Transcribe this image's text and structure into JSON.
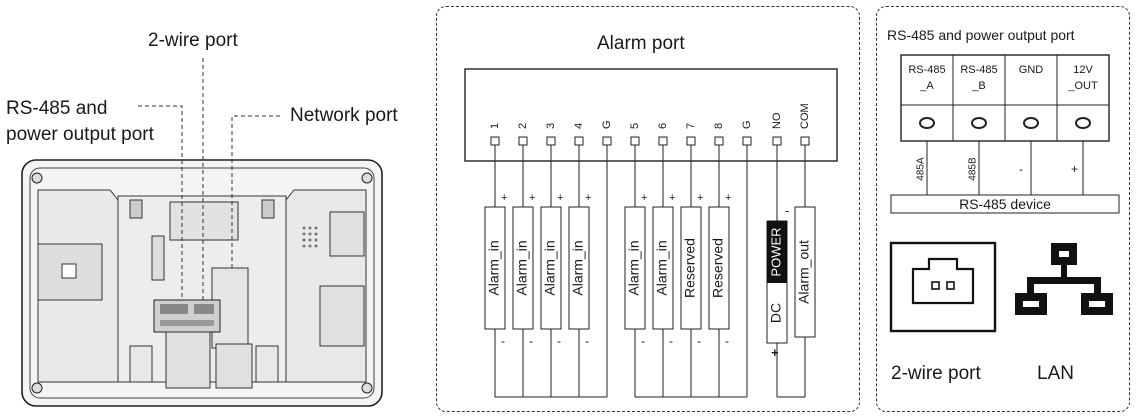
{
  "device": {
    "two_wire_label": "2-wire port",
    "rs485_label_line1": "RS-485 and",
    "rs485_label_line2": "power output port",
    "network_label": "Network port"
  },
  "alarm_panel": {
    "title": "Alarm port",
    "pins": [
      "1",
      "2",
      "3",
      "4",
      "G",
      "5",
      "6",
      "7",
      "8",
      "G",
      "NO",
      "COM"
    ],
    "modules": [
      "Alarm_in",
      "Alarm_in",
      "Alarm_in",
      "Alarm_in",
      "Alarm_in",
      "Alarm_in",
      "Reserved",
      "Reserved"
    ],
    "power_label": "POWER",
    "dc_label": "DC",
    "alarm_out_label": "Alarm_out",
    "plus": "+",
    "minus": "-"
  },
  "rs485_panel": {
    "title": "RS-485 and power output port",
    "terminals": [
      {
        "line1": "RS-485",
        "line2": "_A"
      },
      {
        "line1": "RS-485",
        "line2": "_B"
      },
      {
        "line1": "GND",
        "line2": ""
      },
      {
        "line1": "12V",
        "line2": "_OUT"
      }
    ],
    "wire_labels": [
      "485A",
      "485B",
      "-",
      "+"
    ],
    "device_label": "RS-485 device",
    "two_wire_caption": "2-wire port",
    "lan_caption": "LAN"
  }
}
